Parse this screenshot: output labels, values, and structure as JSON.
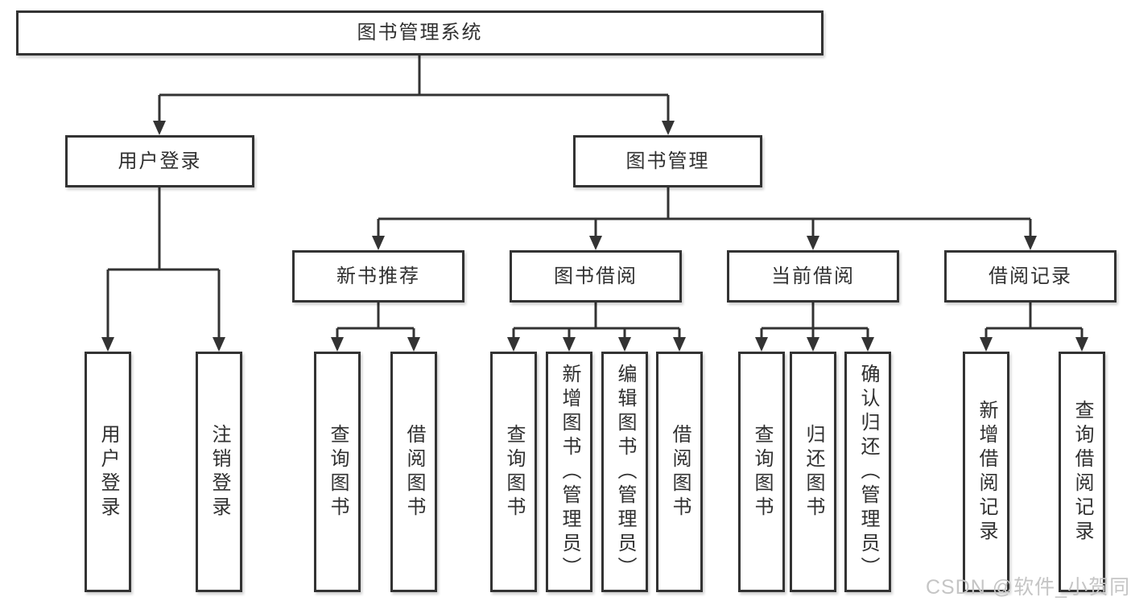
{
  "diagram": {
    "nodes": {
      "root": "图书管理系统",
      "level2": [
        "用户登录",
        "图书管理"
      ],
      "level3": [
        "新书推荐",
        "图书借阅",
        "当前借阅",
        "借阅记录"
      ],
      "leaves_user_login": [
        "用户登录",
        "注销登录"
      ],
      "leaves_new_book": [
        "查询图书",
        "借阅图书"
      ],
      "leaves_book_borrow": [
        "查询图书",
        "新增图书（管理员）",
        "编辑图书（管理员）",
        "借阅图书"
      ],
      "leaves_current_borrow": [
        "查询图书",
        "归还图书",
        "确认归还（管理员）"
      ],
      "leaves_borrow_records": [
        "新增借阅记录",
        "查询借阅记录"
      ]
    },
    "colors": {
      "line": "#333333",
      "box_border": "#333333",
      "box_fill": "#ffffff",
      "text": "#303030",
      "watermark": "#c5c5c5"
    }
  },
  "watermark": {
    "text": "CSDN @软件_小贺同学"
  }
}
